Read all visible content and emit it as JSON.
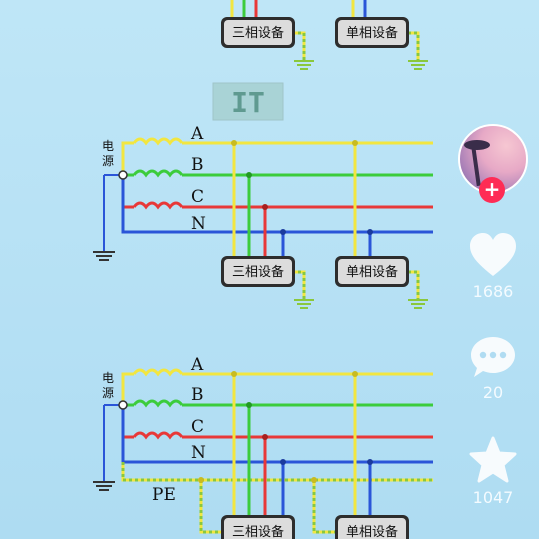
{
  "title": "IT",
  "device_3phase": "三相设备",
  "device_1phase": "单相设备",
  "source_label_1": "电",
  "source_label_2": "源",
  "bus": {
    "a": "A",
    "b": "B",
    "c": "C",
    "n": "N",
    "pe": "PE"
  },
  "colors": {
    "a": "#f2e640",
    "b": "#3ccc3c",
    "c": "#e83838",
    "n": "#2a55d8",
    "pe_dash": "#8ac83c"
  },
  "sidebar": {
    "icons": [
      "avatar",
      "plus-icon",
      "heart-icon",
      "comment-icon",
      "star-icon"
    ],
    "follow_glyph": "+",
    "likes": "1686",
    "comments": "20",
    "favorites": "1047"
  }
}
